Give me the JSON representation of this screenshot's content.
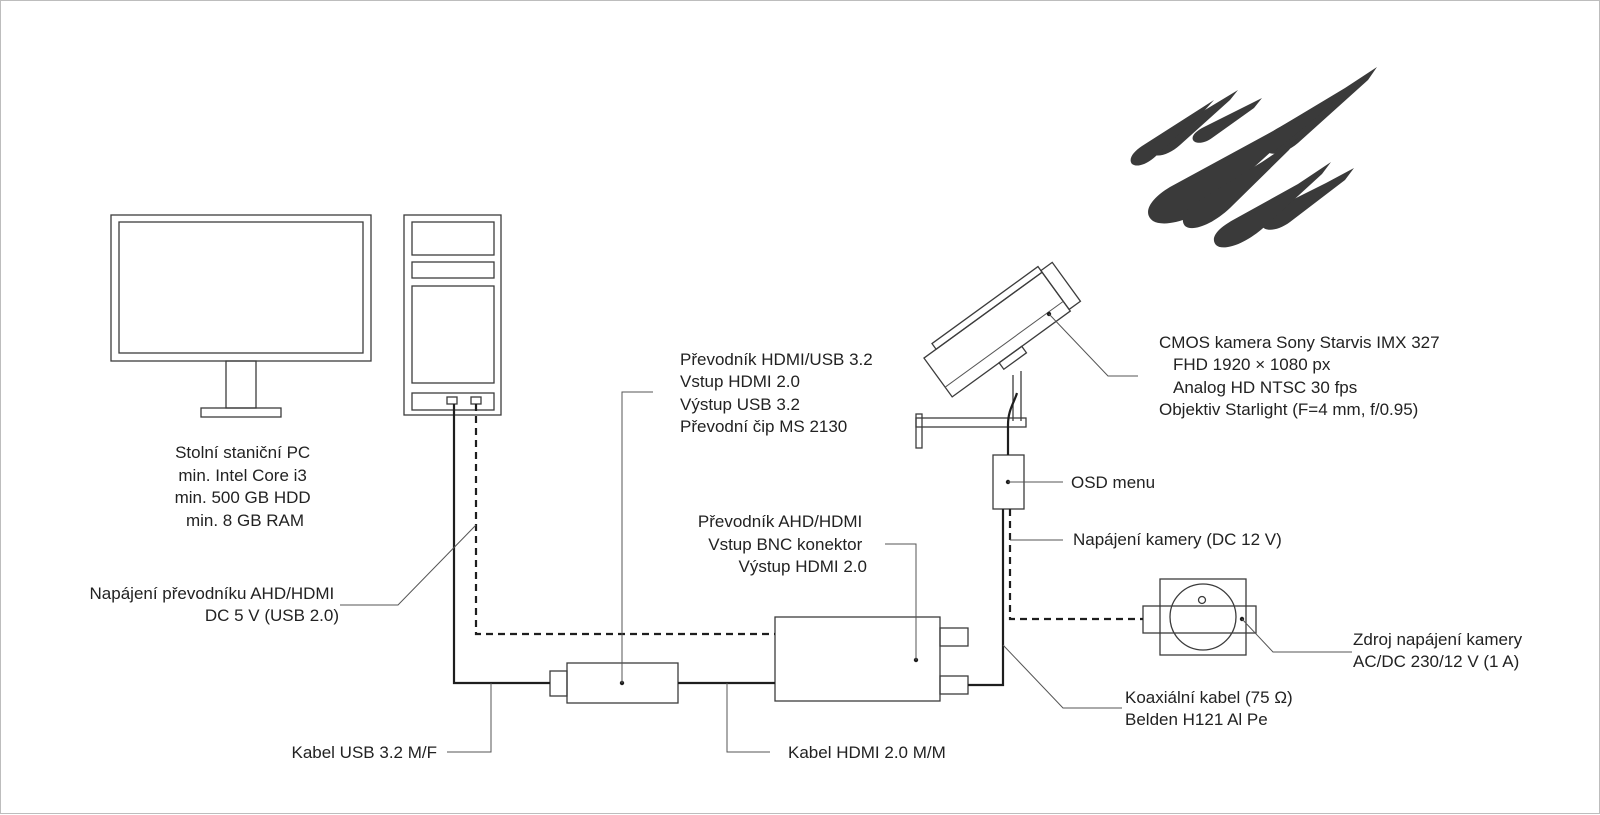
{
  "labels": {
    "pc": [
      "Stolní staniční PC",
      "min. Intel Core i3",
      "min. 500 GB HDD",
      "min. 8 GB RAM"
    ],
    "usb_converter": [
      "Převodník HDMI/USB 3.2",
      "Vstup HDMI 2.0",
      "Výstup USB 3.2",
      "Převodní čip MS 2130"
    ],
    "ahd_converter": [
      "Převodník AHD/HDMI",
      "Vstup BNC konektor",
      "Výstup HDMI 2.0"
    ],
    "camera": [
      "CMOS kamera Sony Starvis IMX 327",
      "FHD 1920 × 1080 px",
      "Analog HD NTSC 30 fps",
      "Objektiv Starlight (F=4 mm, f/0.95)"
    ],
    "osd": "OSD menu",
    "camera_power": "Napájení kamery (DC 12 V)",
    "converter_power": [
      "Napájení převodníku AHD/HDMI",
      "DC 5 V (USB 2.0)"
    ],
    "power_supply": [
      "Zdroj napájení kamery",
      "AC/DC 230/12 V (1 A)"
    ],
    "coax": [
      "Koaxiální kabel (75 Ω)",
      "Belden H121 Al Pe"
    ],
    "usb_cable": "Kabel USB 3.2 M/F",
    "hdmi_cable": "Kabel HDMI 2.0 M/M"
  },
  "colors": {
    "line": "#1e1e1e",
    "outline": "#3c3c3c",
    "text": "#222222",
    "meteor": "#3a3a3a",
    "background": "#ffffff"
  },
  "icons": [
    "monitor-icon",
    "pc-tower-icon",
    "camera-icon",
    "meteor-shower-icon",
    "power-supply-icon"
  ]
}
